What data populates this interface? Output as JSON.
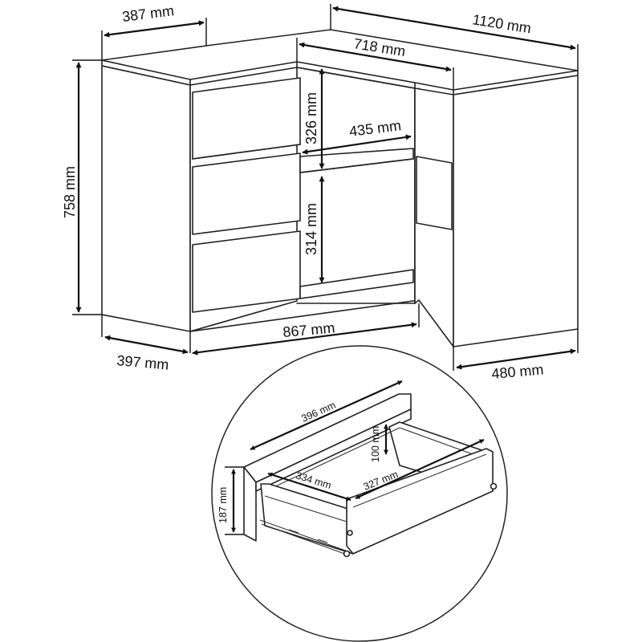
{
  "dimensions": {
    "top_depth_left": "387 mm",
    "total_width": "1120 mm",
    "inner_width": "718 mm",
    "height": "758 mm",
    "shelf_top_gap": "326 mm",
    "shelf_depth": "435 mm",
    "shelf_bottom_gap": "314 mm",
    "base_depth_left": "397 mm",
    "front_width": "867 mm",
    "side_depth": "480 mm"
  },
  "drawer": {
    "front_width": "396 mm",
    "side_height": "100 mm",
    "front_height": "187 mm",
    "inner_width": "334 mm",
    "inner_depth": "327 mm"
  }
}
